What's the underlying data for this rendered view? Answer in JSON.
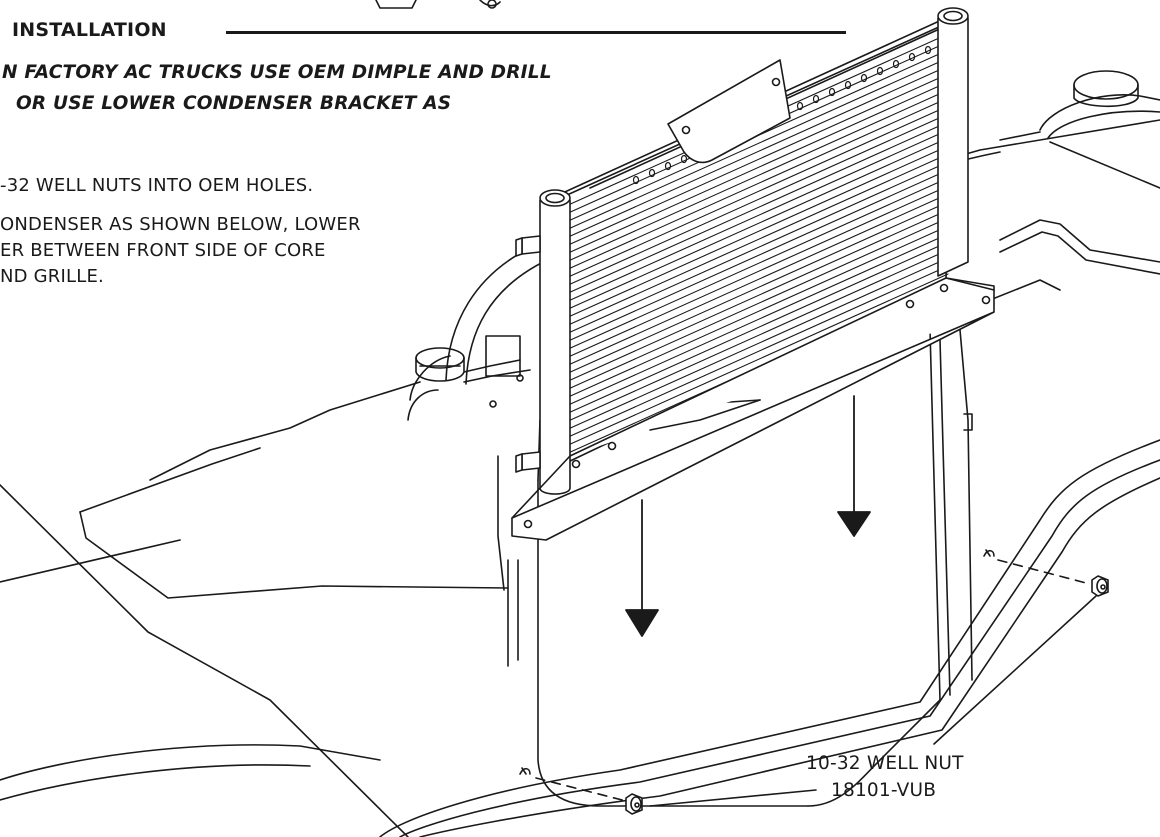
{
  "heading": "INSTALLATION",
  "bold_note": {
    "line1": "N FACTORY AC TRUCKS USE OEM DIMPLE AND DRILL",
    "line2": "OR USE LOWER CONDENSER BRACKET AS"
  },
  "steps": {
    "step1": "-32 WELL NUTS INTO OEM HOLES.",
    "step2_line1": "ONDENSER AS SHOWN BELOW, LOWER",
    "step2_line2": "ER BETWEEN FRONT SIDE OF CORE",
    "step2_line3": "ND GRILLE."
  },
  "callout": {
    "part_label": "10-32 WELL NUT",
    "part_number": "18101-VUB"
  },
  "colors": {
    "line": "#1a1a1a",
    "background": "#ffffff"
  }
}
